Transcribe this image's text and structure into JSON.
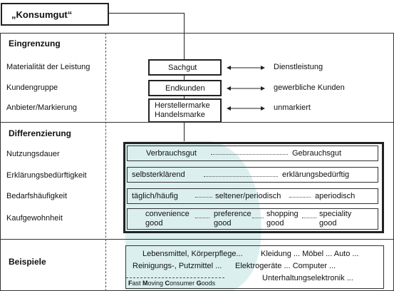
{
  "title": "„Konsumgut“",
  "eingrenzung": {
    "heading": "Eingrenzung",
    "rows": [
      {
        "label": "Materialität der Leistung",
        "box": "Sachgut",
        "alt": "Dienstleistung"
      },
      {
        "label": "Kundengruppe",
        "box": "Endkunden",
        "alt": "gewerbliche Kunden"
      },
      {
        "label": "Anbieter/Markierung",
        "box_line1": "Herstellermarke",
        "box_line2": "Handelsmarke",
        "alt": "unmarkiert"
      }
    ]
  },
  "differenzierung": {
    "heading": "Differenzierung",
    "labels": [
      "Nutzungsdauer",
      "Erklärungsbedürftigkeit",
      "Bedarfshäufigkeit",
      "Kaufgewohnheit"
    ],
    "row1": [
      "Verbrauchsgut",
      "Gebrauchsgut"
    ],
    "row2": [
      "selbsterklärend",
      "erklärungsbedürftig"
    ],
    "row3": [
      "täglich/häufig",
      "seltener/periodisch",
      "aperiodisch"
    ],
    "row4": [
      {
        "l1": "convenience",
        "l2": "good"
      },
      {
        "l1": "preference",
        "l2": "good"
      },
      {
        "l1": "shopping",
        "l2": "good"
      },
      {
        "l1": "speciality",
        "l2": "good"
      }
    ]
  },
  "beispiele": {
    "heading": "Beispiele",
    "line1a": "Lebensmittel, Körperpflege...",
    "line1b": "Kleidung ... Möbel ... Auto ...",
    "line2a": "Reinigungs-, Putzmittel ...",
    "line2b": "Elektrogeräte ... Computer ...",
    "line3b": "Unterhaltungselektronik ...",
    "fmcg_parts": [
      "F",
      "ast ",
      "M",
      "oving ",
      "C",
      "onsumer ",
      "G",
      "oods"
    ]
  },
  "colors": {
    "highlight": "#dcefef"
  }
}
